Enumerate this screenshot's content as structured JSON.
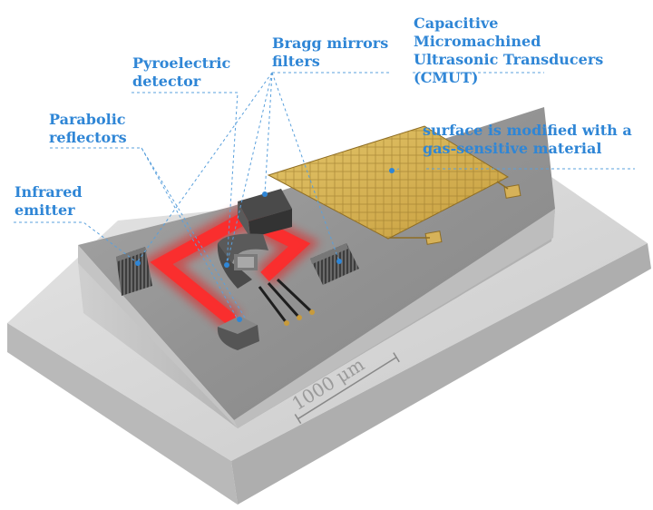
{
  "colors": {
    "label": "#2f86d6",
    "leader": "#5aa0dc",
    "ir_beam": "#ff2020",
    "gold": "#d7b357",
    "chip": "#9c9c9c",
    "base": "#dcdcdc"
  },
  "labels": {
    "cmut": {
      "line1": "Capacitive",
      "line2": "Micromachined",
      "line3": "Ultrasonic Transducers",
      "line4": "(CMUT)"
    },
    "surface": {
      "line1": "surface is modified with a",
      "line2": "gas-sensitive material"
    },
    "bragg": {
      "line1": "Bragg mirrors",
      "line2": "filters"
    },
    "pyro": {
      "line1": "Pyroelectric",
      "line2": "detector"
    },
    "parabolic": {
      "line1": "Parabolic",
      "line2": "reflectors"
    },
    "infrared": {
      "line1": "Infrared",
      "line2": "emitter"
    }
  },
  "scale_bar": {
    "text": "1000 μm"
  }
}
